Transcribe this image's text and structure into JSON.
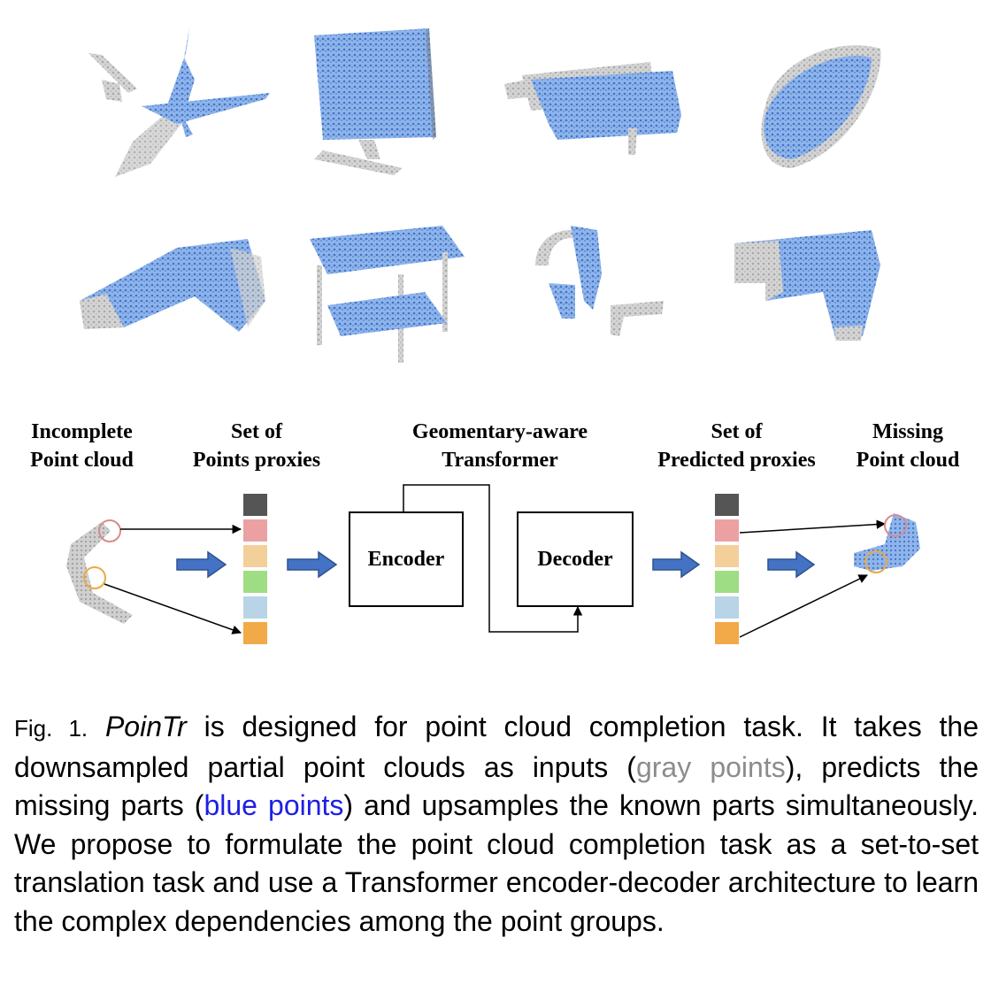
{
  "colors": {
    "gray_points": "#b9b9b9",
    "blue_points": "#5b8ed9",
    "gray_text": "#8c8c8c",
    "blue_text": "#1e1ee6",
    "arrow_fill": "#4472c4",
    "arrow_stroke": "#2f528f",
    "proxy_colors": [
      "#555555",
      "#eba1a1",
      "#f3cf9a",
      "#9fdd84",
      "#b9d4e6",
      "#f2a947"
    ],
    "circle_red": "#d98b8b",
    "circle_orange": "#e9aa45"
  },
  "gallery": {
    "objects": [
      "airplane",
      "monitor",
      "sofa",
      "lamp",
      "boot",
      "table",
      "faucet",
      "gun"
    ]
  },
  "pipeline": {
    "labels": {
      "incomplete": [
        "Incomplete",
        "Point cloud"
      ],
      "points_proxies": [
        "Set of",
        "Points proxies"
      ],
      "transformer": [
        "Geomentary-aware",
        "Transformer"
      ],
      "predicted_proxies": [
        "Set of",
        "Predicted proxies"
      ],
      "missing": [
        "Missing",
        "Point cloud"
      ]
    },
    "encoder_label": "Encoder",
    "decoder_label": "Decoder"
  },
  "caption": {
    "fig_label": "Fig. 1.",
    "model_name": "PoinTr",
    "text_1": " is designed for point cloud completion task. It takes the downsampled partial point clouds as inputs (",
    "gray_points": "gray points",
    "text_2": "), predicts the missing parts (",
    "blue_points": "blue points",
    "text_3": ") and upsamples the known parts simultaneously. We propose to formulate the point cloud completion task as a set-to-set translation task and use a Transformer encoder-decoder architecture to learn the complex dependencies among the point groups."
  }
}
